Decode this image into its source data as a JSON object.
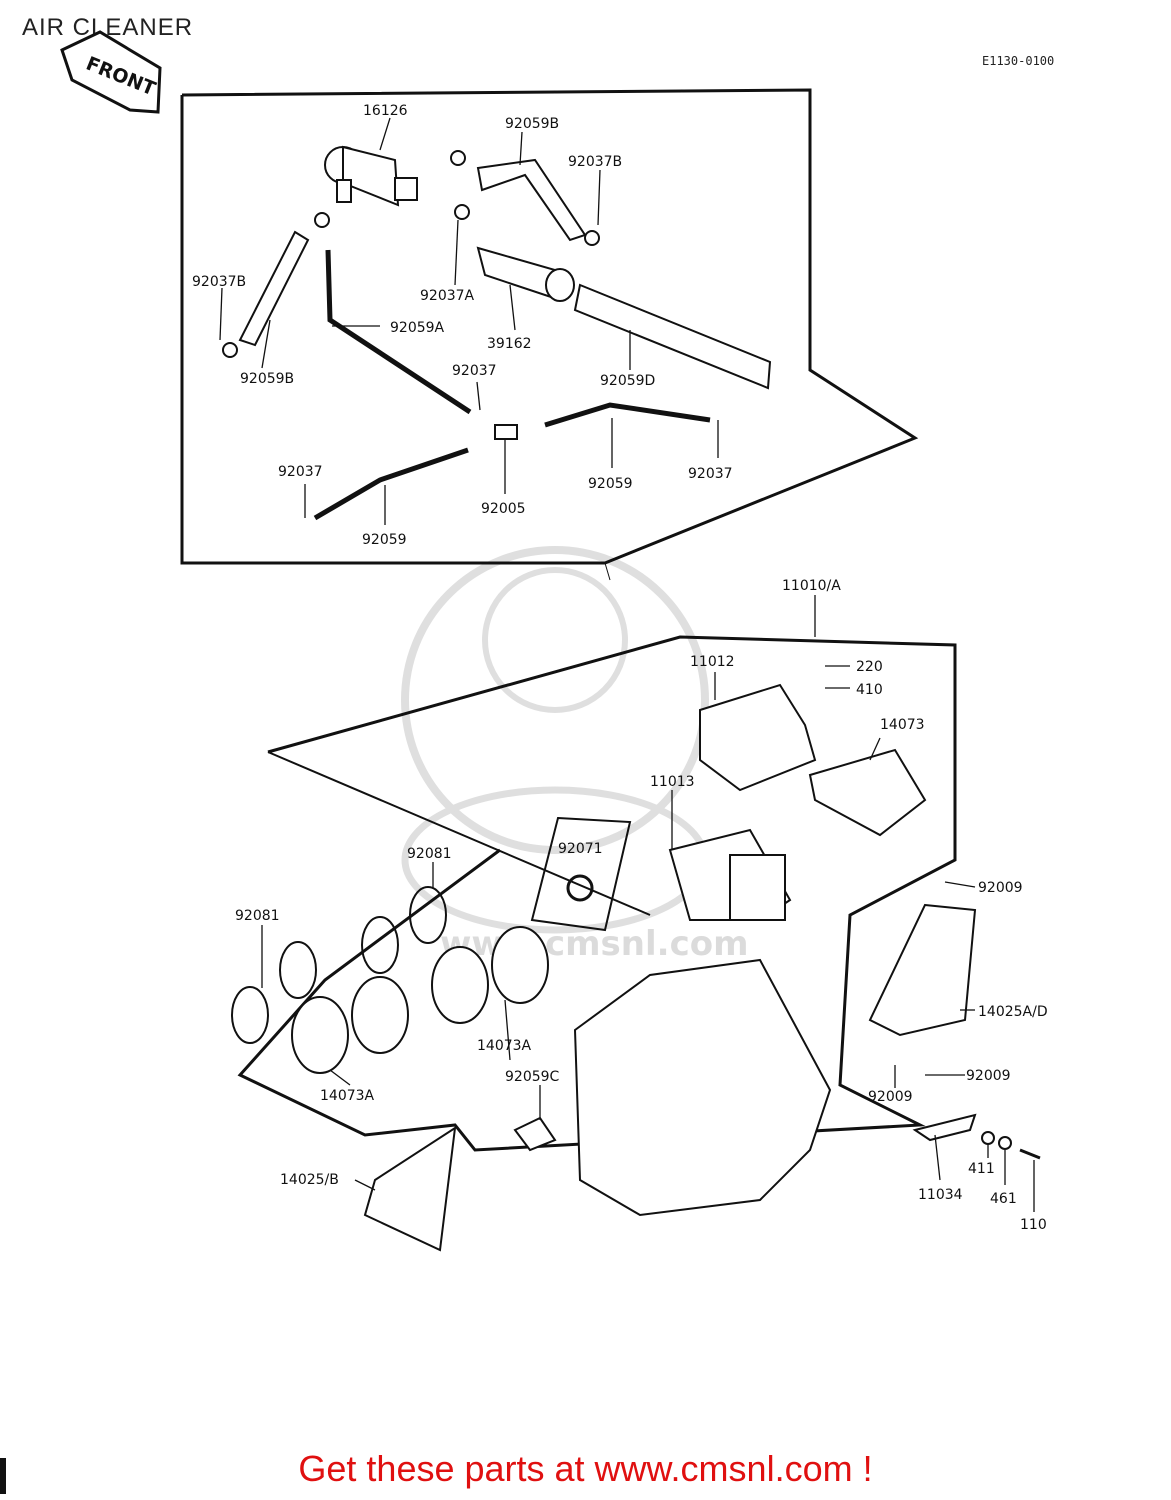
{
  "title": "AIR CLEANER",
  "diagram_code": "E1130-0100",
  "front_label": "FRONT",
  "watermark_text": "www.cmsnl.com",
  "footer": "Get these parts at www.cmsnl.com !",
  "labels": {
    "p16126": "16126",
    "p92059B_top": "92059B",
    "p92037B_top": "92037B",
    "p92037B_left": "92037B",
    "p92037A": "92037A",
    "p92059A": "92059A",
    "p39162": "39162",
    "p92059D": "92059D",
    "p92059B_left": "92059B",
    "p92037_mid": "92037",
    "p92037_left": "92037",
    "p92059_left": "92059",
    "p92005": "92005",
    "p92059_right": "92059",
    "p92037_right": "92037",
    "p11010A": "11010/A",
    "p11012": "11012",
    "p220": "220",
    "p410": "410",
    "p14073": "14073",
    "p11013": "11013",
    "p92071": "92071",
    "p92081_a": "92081",
    "p92081_b": "92081",
    "p92009_top": "92009",
    "p14025AD": "14025A/D",
    "p14073A_right": "14073A",
    "p14073A_left": "14073A",
    "p92059C": "92059C",
    "p92009_mid": "92009",
    "p92009_low": "92009",
    "p14025B": "14025/B",
    "p11034": "11034",
    "p411": "411",
    "p461": "461",
    "p110": "110"
  },
  "colors": {
    "footer": "#e01010",
    "ink": "#111111",
    "watermark": "#d8d8d8"
  }
}
